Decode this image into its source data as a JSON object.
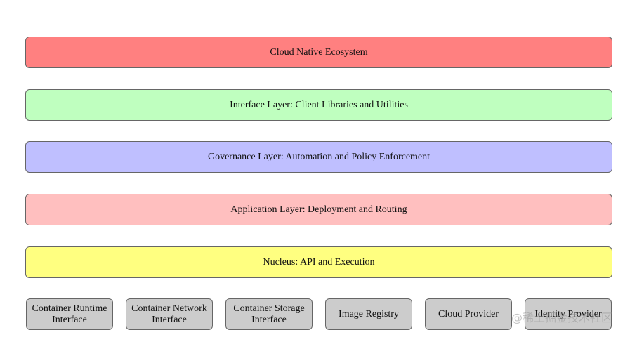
{
  "layers": [
    {
      "label": "Cloud Native Ecosystem",
      "color": "#ff8080"
    },
    {
      "label": "Interface Layer: Client Libraries and Utilities",
      "color": "#bfffbf"
    },
    {
      "label": "Governance Layer: Automation and Policy Enforcement",
      "color": "#bfbfff"
    },
    {
      "label": "Application Layer: Deployment and Routing",
      "color": "#ffbfbf"
    },
    {
      "label": "Nucleus: API and Execution",
      "color": "#ffff80"
    }
  ],
  "infrastructure": [
    {
      "label": "Container Runtime\nInterface"
    },
    {
      "label": "Container Network\nInterface"
    },
    {
      "label": "Container Storage\nInterface"
    },
    {
      "label": "Image Registry"
    },
    {
      "label": "Cloud Provider"
    },
    {
      "label": "Identity Provider"
    }
  ],
  "infra_color": "#cccccc",
  "watermark": "@稀土掘金技术社区"
}
